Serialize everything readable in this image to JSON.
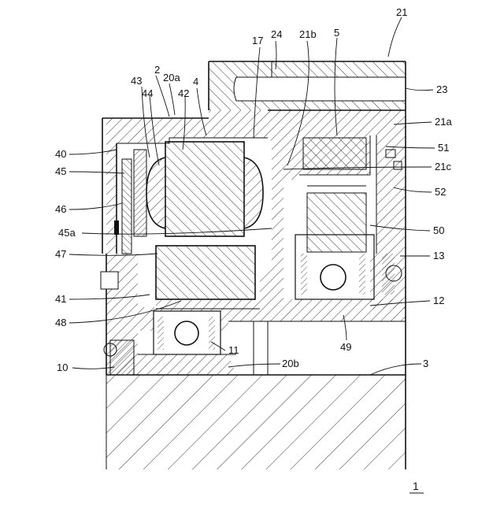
{
  "figure_number": "1",
  "labels": {
    "n21": "21",
    "n24": "24",
    "n17": "17",
    "n21b": "21b",
    "n5": "5",
    "n23": "23",
    "n2": "2",
    "n20a": "20a",
    "n4": "4",
    "n43": "43",
    "n44": "44",
    "n42": "42",
    "n21a": "21a",
    "n40": "40",
    "n51": "51",
    "n45": "45",
    "n21c": "21c",
    "n52": "52",
    "n46": "46",
    "n50": "50",
    "n45a": "45a",
    "n47": "47",
    "n13": "13",
    "n41": "41",
    "n12": "12",
    "n48": "48",
    "n49": "49",
    "n11": "11",
    "n20b": "20b",
    "n3": "3",
    "n10": "10"
  }
}
